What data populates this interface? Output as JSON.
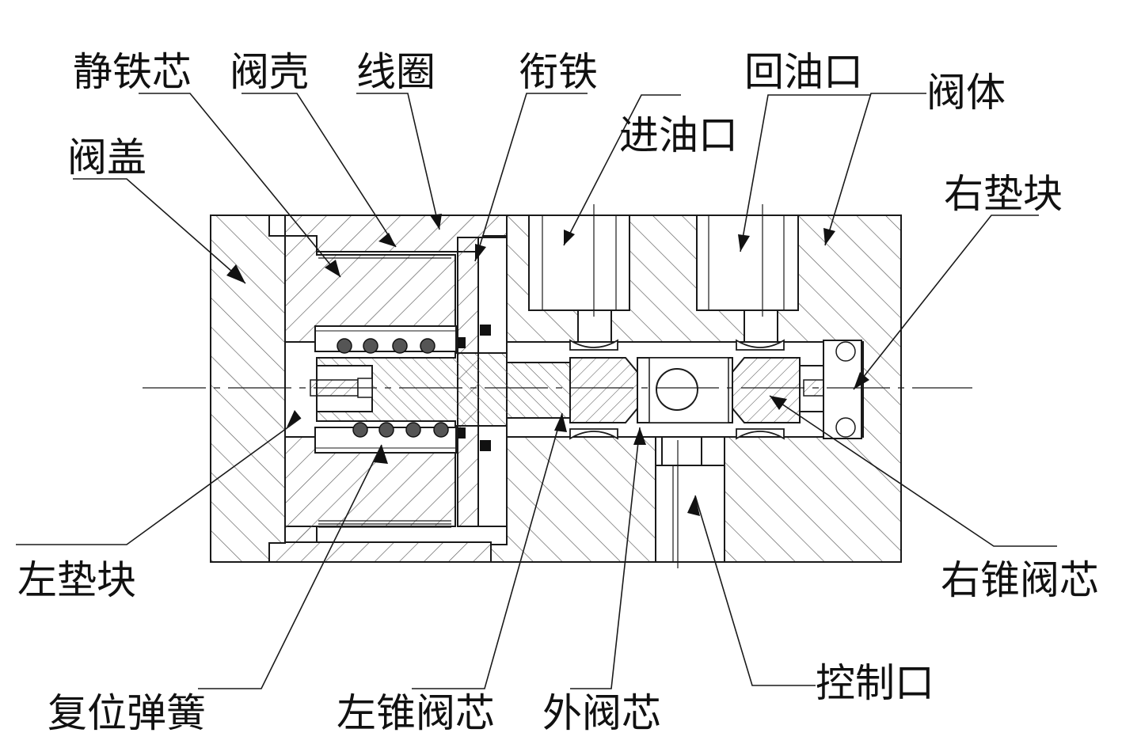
{
  "labels": {
    "static_core": "静铁芯",
    "valve_housing": "阀壳",
    "coil": "线圈",
    "armature": "衔铁",
    "return_port": "回油口",
    "valve_body": "阀体",
    "inlet_port": "进油口",
    "valve_cover": "阀盖",
    "right_pad": "右垫块",
    "left_pad": "左垫块",
    "right_cone_spool": "右锥阀芯",
    "control_port": "控制口",
    "return_spring": "复位弹簧",
    "left_cone_spool": "左锥阀芯",
    "outer_spool": "外阀芯"
  },
  "colors": {
    "line": "#1a1a1a",
    "hatch": "#5a5a5a",
    "background": "#ffffff"
  }
}
